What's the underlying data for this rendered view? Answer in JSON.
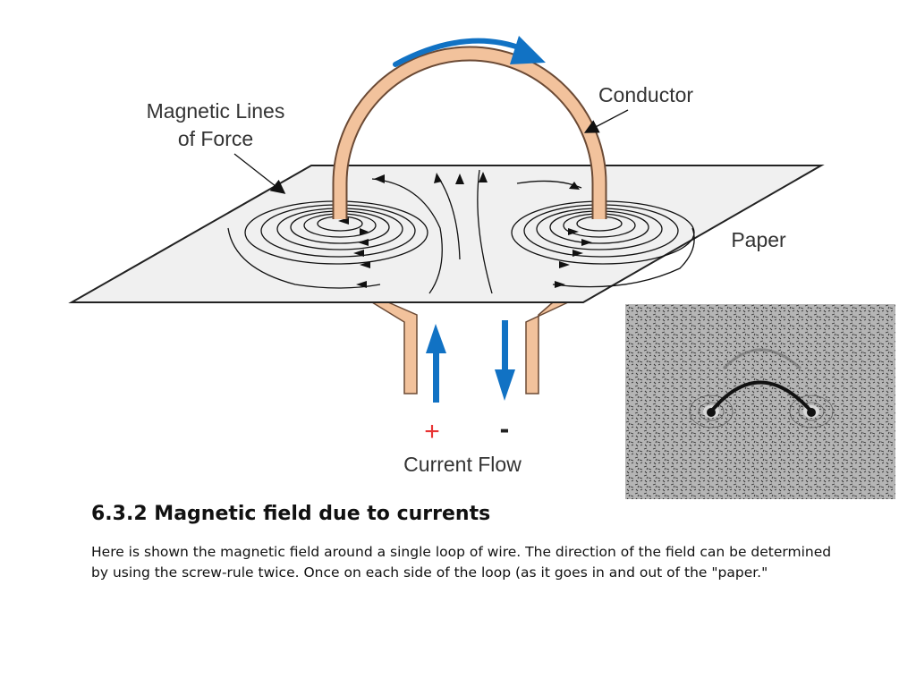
{
  "diagram": {
    "labels": {
      "lines_of_force_1": "Magnetic Lines",
      "lines_of_force_2": "of Force",
      "conductor": "Conductor",
      "paper": "Paper",
      "plus": "+",
      "minus": "-",
      "current_flow": "Current Flow"
    },
    "colors": {
      "conductor": "#f2c29c",
      "conductor_outline": "#6b4a35",
      "arrow_blue": "#1172c4",
      "plus_red": "#e83434",
      "paper": "#f0f0f0"
    }
  },
  "section": {
    "heading": "6.3.2 Magnetic field due to currents",
    "description": "Here is shown the magnetic field around a single loop of wire. The direction of the field can be determined by using the screw-rule twice. Once on each side of the loop (as it goes in and out of the \"paper.\""
  }
}
